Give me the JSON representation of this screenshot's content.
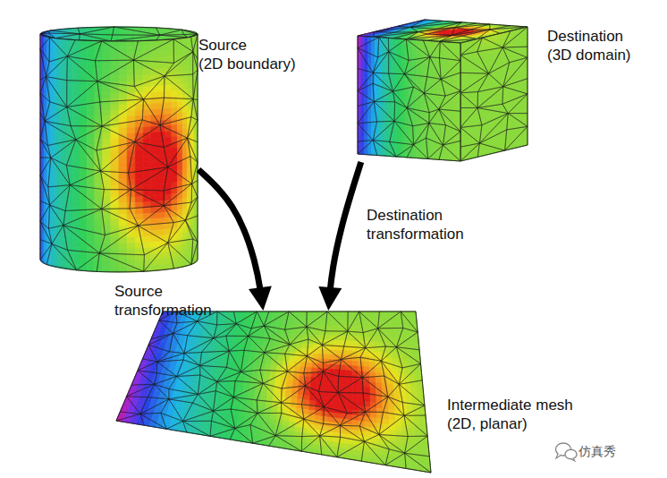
{
  "diagram": {
    "nodes": [
      {
        "text": [
          "Source",
          "(2D boundary)"
        ]
      },
      {
        "text": [
          "Destination",
          "(3D domain)"
        ]
      },
      {
        "text": [
          "Intermediate mesh",
          "(2D, planar)"
        ]
      }
    ],
    "edges": [
      {
        "from": 0,
        "to": 2,
        "arrow": "to",
        "label": "Source transformation"
      },
      {
        "from": 1,
        "to": 2,
        "arrow": "to",
        "label": "Destination transformation"
      }
    ],
    "labels": [
      "仿真秀"
    ]
  }
}
